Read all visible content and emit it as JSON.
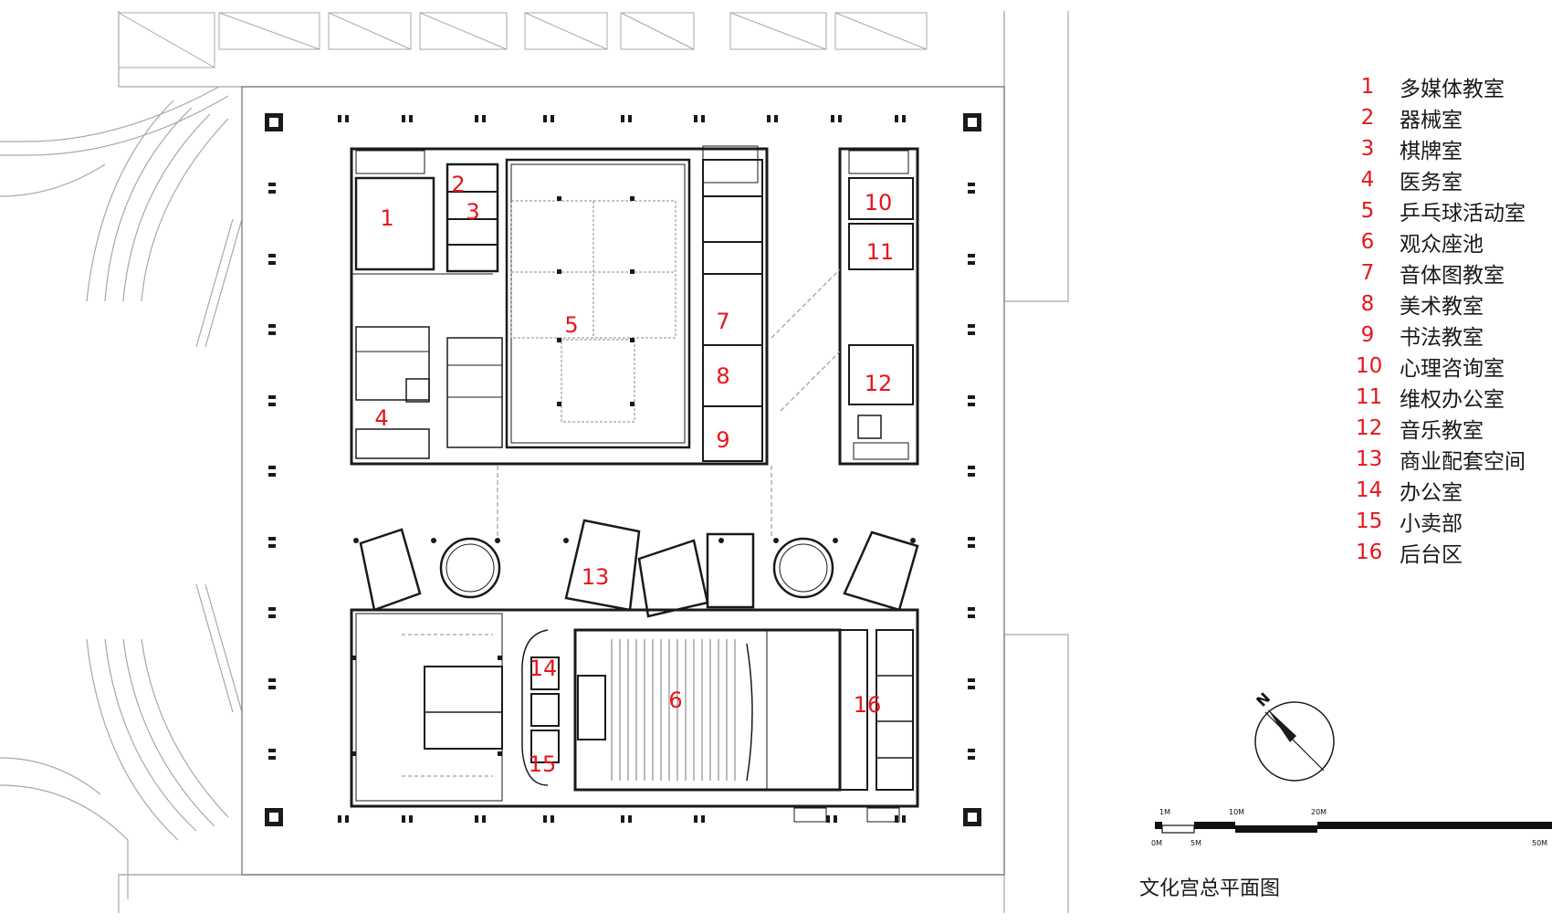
{
  "title": "文化宫总平面图",
  "legend": [
    {
      "num": "1",
      "label": "多媒体教室"
    },
    {
      "num": "2",
      "label": "器械室"
    },
    {
      "num": "3",
      "label": "棋牌室"
    },
    {
      "num": "4",
      "label": "医务室"
    },
    {
      "num": "5",
      "label": "乒乓球活动室"
    },
    {
      "num": "6",
      "label": "观众座池"
    },
    {
      "num": "7",
      "label": "音体图教室"
    },
    {
      "num": "8",
      "label": "美术教室"
    },
    {
      "num": "9",
      "label": "书法教室"
    },
    {
      "num": "10",
      "label": "心理咨询室"
    },
    {
      "num": "11",
      "label": "维权办公室"
    },
    {
      "num": "12",
      "label": "音乐教室"
    },
    {
      "num": "13",
      "label": "商业配套空间"
    },
    {
      "num": "14",
      "label": "办公室"
    },
    {
      "num": "15",
      "label": "小卖部"
    },
    {
      "num": "16",
      "label": "后台区"
    }
  ],
  "plan_labels": [
    "1",
    "2",
    "3",
    "4",
    "5",
    "6",
    "7",
    "8",
    "9",
    "10",
    "11",
    "12",
    "13",
    "14",
    "15",
    "16"
  ],
  "scale_bar": {
    "top_labels": [
      "1M",
      "10M",
      "20M"
    ],
    "bottom_labels": [
      "0M",
      "5M",
      "50M"
    ]
  },
  "north_label": "N",
  "colors": {
    "room_number": "#e8141b",
    "line": "#1a1a1a",
    "light_line": "#9a9a9a"
  }
}
